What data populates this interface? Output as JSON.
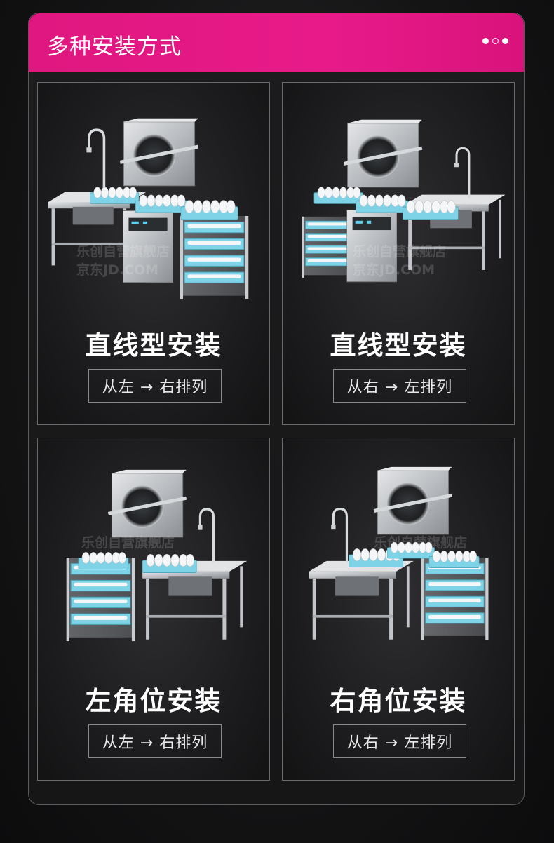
{
  "header": {
    "title": "多种安装方式"
  },
  "watermark": {
    "shop": "乐创自营旗舰店",
    "site": "京东JD.COM"
  },
  "cards": [
    {
      "title": "直线型安装",
      "direction": "从左 → 右排列"
    },
    {
      "title": "直线型安装",
      "direction": "从右 → 左排列"
    },
    {
      "title": "左角位安装",
      "direction": "从左 → 右排列"
    },
    {
      "title": "右角位安装",
      "direction": "从右 → 左排列"
    }
  ],
  "colors": {
    "accent": "#e0177f",
    "rack": "#7fd3e6",
    "steel": "#c9ccd0"
  }
}
